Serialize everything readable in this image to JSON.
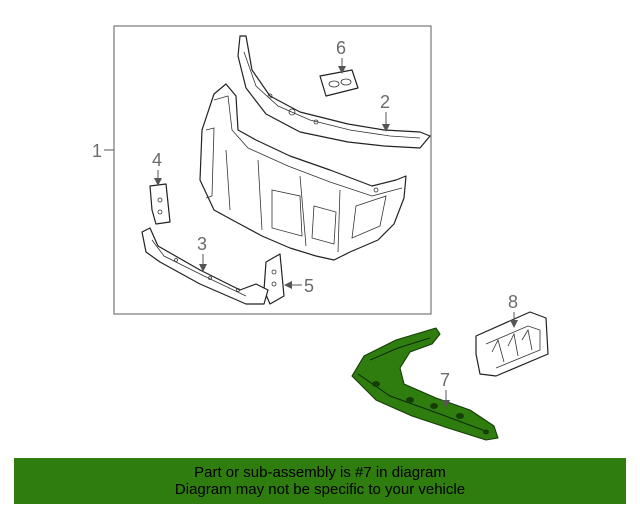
{
  "callouts": {
    "c1": "1",
    "c2": "2",
    "c3": "3",
    "c4": "4",
    "c5": "5",
    "c6": "6",
    "c7": "7",
    "c8": "8"
  },
  "banner": {
    "line1": "Part or sub-assembly is #7 in diagram",
    "line2": "Diagram may not be specific to your vehicle"
  },
  "colors": {
    "highlight": "#2e7d0e",
    "banner_bg": "#2e7d0e"
  }
}
